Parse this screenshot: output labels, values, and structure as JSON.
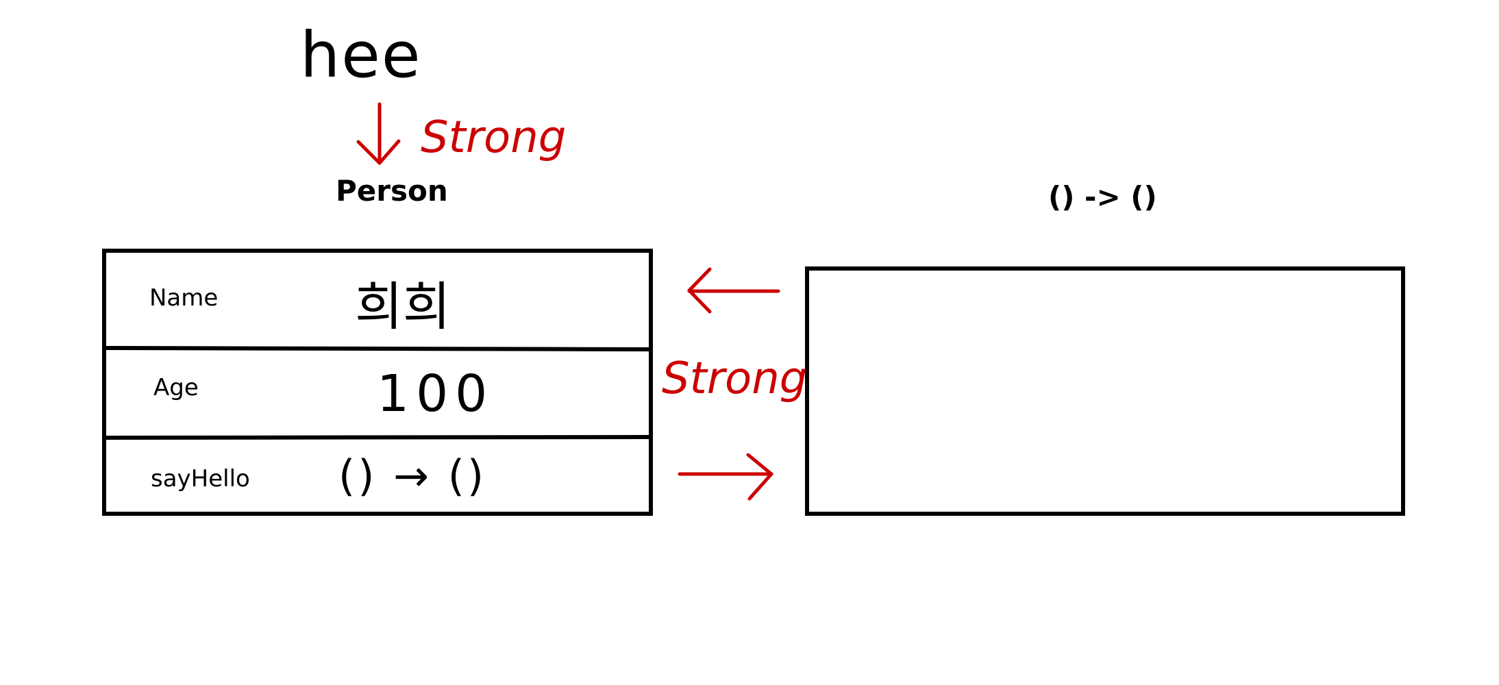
{
  "variable": {
    "name": "hee"
  },
  "reference_labels": {
    "top": "Strong",
    "middle": "Strong"
  },
  "person": {
    "title": "Person",
    "rows": [
      {
        "label": "Name",
        "value": "희희"
      },
      {
        "label": "Age",
        "value": "100"
      },
      {
        "label": "sayHello",
        "value": "() → ()"
      }
    ]
  },
  "closure": {
    "title": "() -> ()"
  },
  "colors": {
    "ink": "#000000",
    "reference": "#cc0000"
  }
}
